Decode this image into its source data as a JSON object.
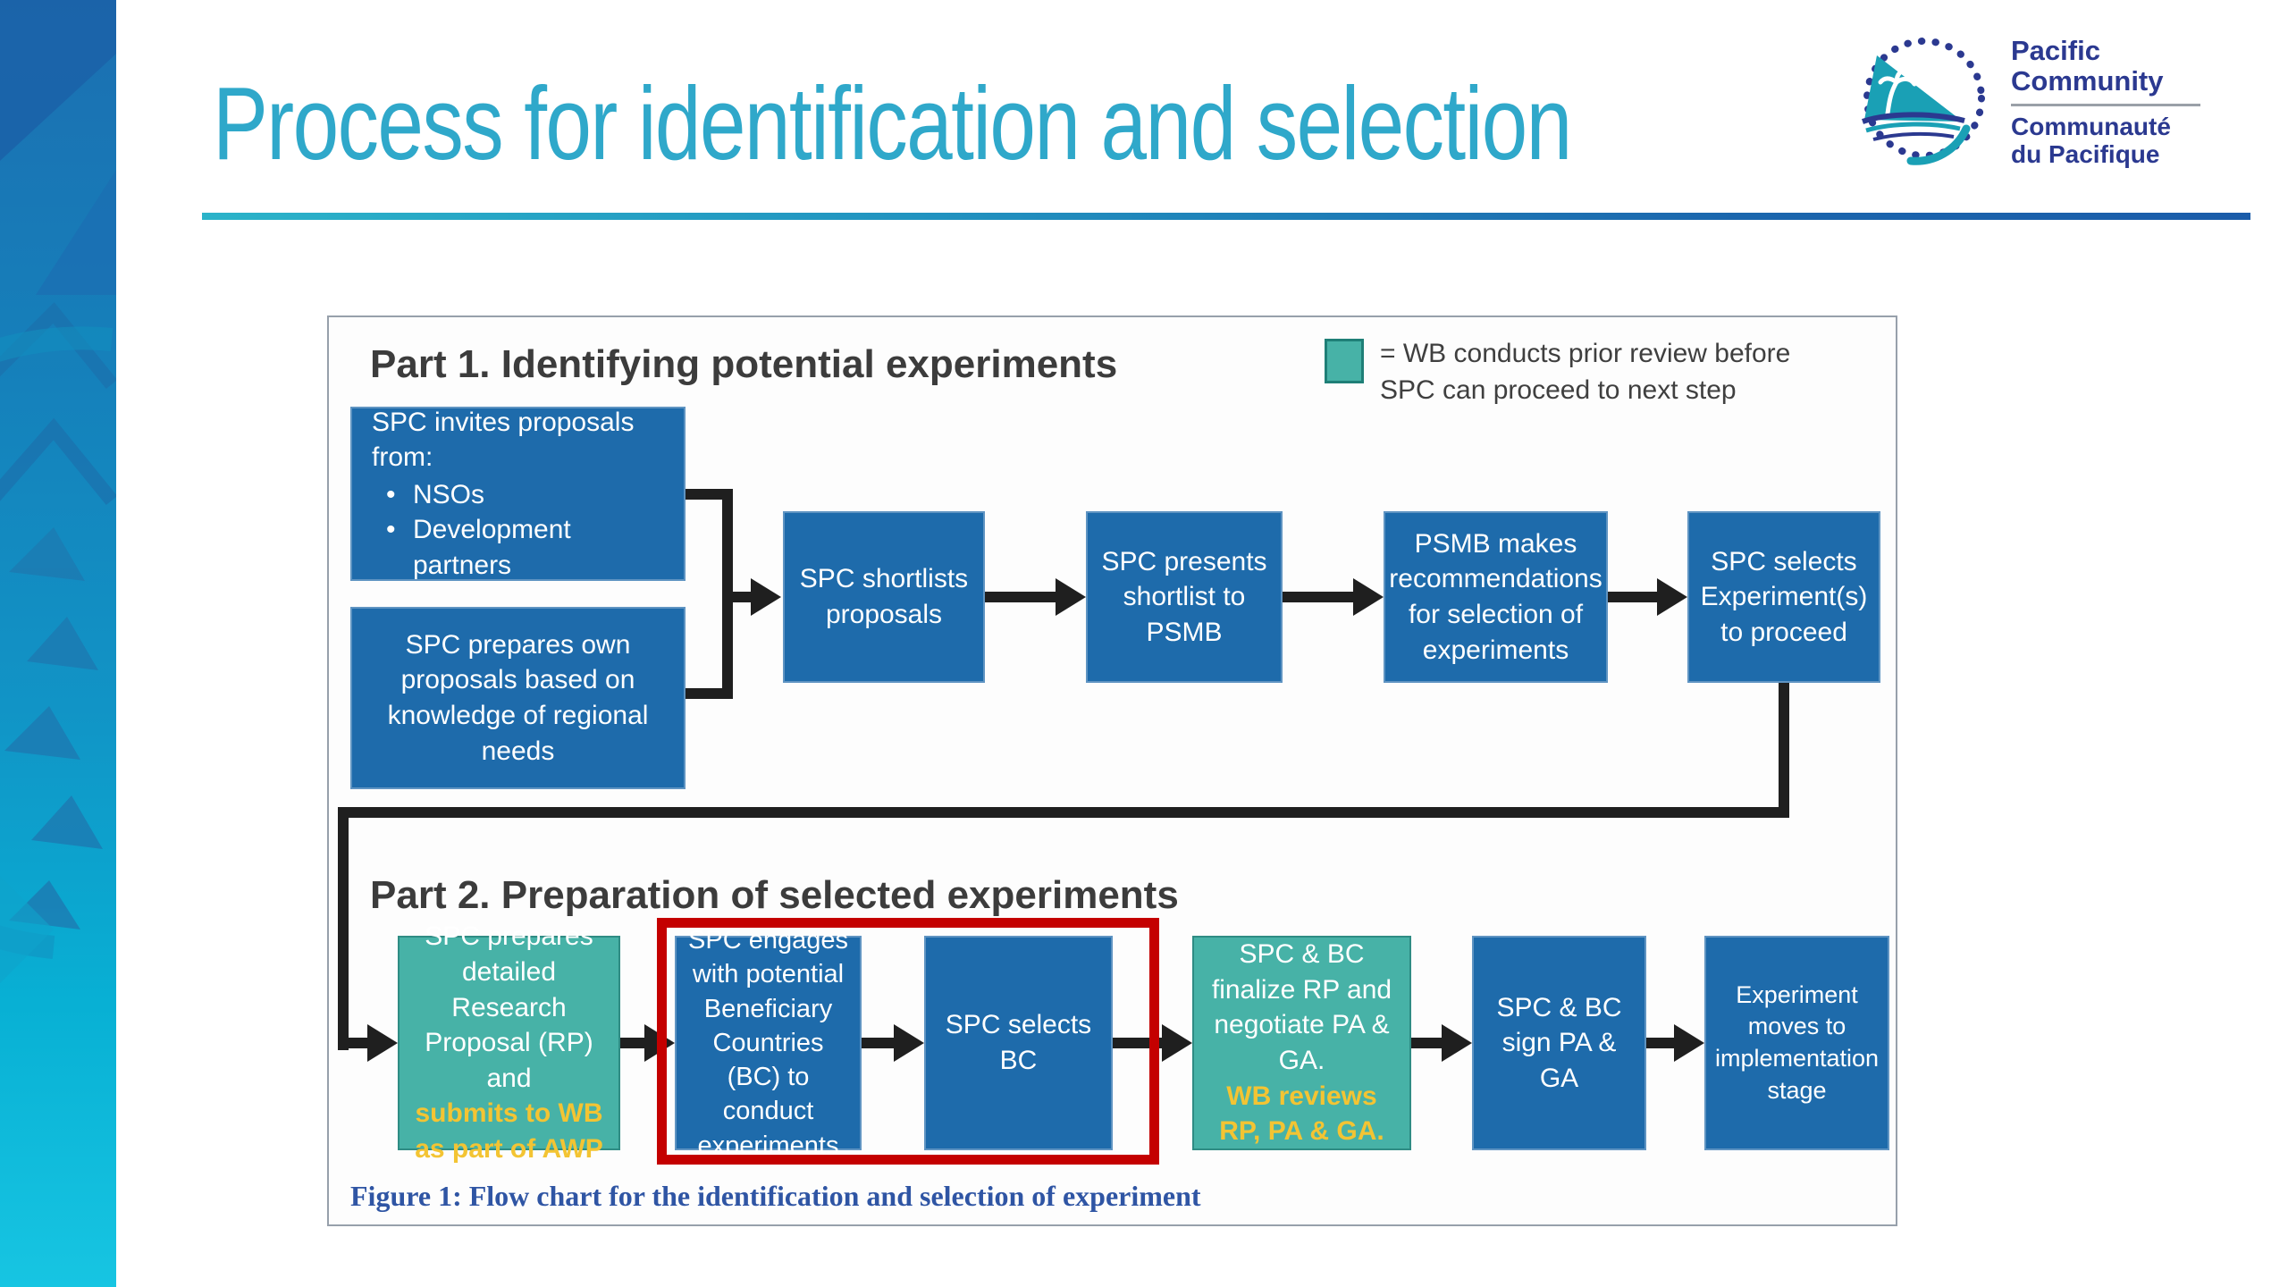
{
  "slide": {
    "title": "Process for identification and selection",
    "logo": {
      "en_line1": "Pacific",
      "en_line2": "Community",
      "fr_line1": "Communauté",
      "fr_line2": "du Pacifique"
    }
  },
  "diagram": {
    "legend": {
      "line1": "= WB conducts prior review before",
      "line2": "SPC can proceed to next step"
    },
    "part1": {
      "heading": "Part 1. Identifying potential experiments",
      "box_invites": {
        "intro": "SPC invites proposals from:",
        "bullets": [
          "NSOs",
          "Development partners"
        ]
      },
      "box_own_proposals": "SPC prepares own proposals based on knowledge of regional needs",
      "box_shortlists": "SPC shortlists proposals",
      "box_presents": "SPC presents shortlist to PSMB",
      "box_psmb": "PSMB makes recommendations for selection of experiments",
      "box_selects_experiment": "SPC selects Experiment(s) to proceed"
    },
    "part2": {
      "heading": "Part 2. Preparation of selected experiments",
      "box_rp": {
        "white": "SPC prepares detailed Research Proposal (RP) and",
        "yellow": "submits to WB as part of AWP"
      },
      "box_engages": "SPC engages with potential Beneficiary Countries (BC) to conduct experiments",
      "box_selects_bc": "SPC selects BC",
      "box_finalize": {
        "white": "SPC & BC finalize RP and negotiate PA & GA.",
        "yellow": "WB reviews RP, PA & GA."
      },
      "box_sign": "SPC & BC sign PA & GA",
      "box_implementation": "Experiment moves to implementation stage"
    },
    "caption": "Figure 1: Flow chart for the identification and selection of experiment"
  },
  "colors": {
    "title_teal": "#2fa8ca",
    "box_blue": "#1e6bab",
    "box_teal": "#47b2a7",
    "accent_yellow": "#f3c433",
    "highlight_red": "#c40000",
    "arrow_black": "#1f1f1f",
    "logo_navy": "#2b3990",
    "caption_blue": "#2f55a4",
    "heading_gray": "#3c3c3c"
  }
}
